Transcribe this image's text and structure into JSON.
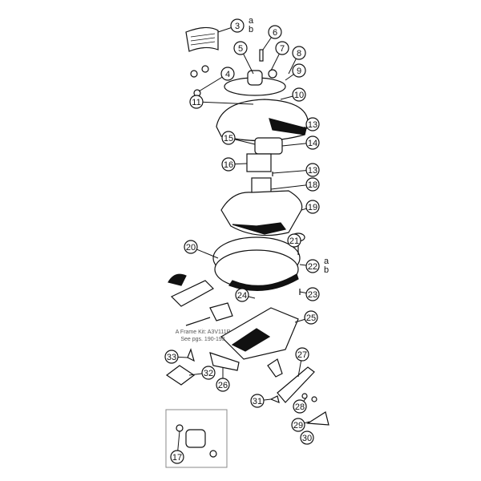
{
  "diagram": {
    "callouts": [
      "3",
      "6",
      "5",
      "7",
      "8",
      "9",
      "4",
      "10",
      "11",
      "13",
      "15",
      "14",
      "16",
      "13",
      "18",
      "19",
      "20",
      "21",
      "22",
      "23",
      "24",
      "25",
      "33",
      "27",
      "32",
      "26",
      "31",
      "28",
      "29",
      "30",
      "17"
    ],
    "sublabels": {
      "3": [
        "a",
        "b"
      ],
      "22": [
        "a",
        "b"
      ]
    },
    "note": {
      "line1": "A Frame Kit: A3V111P",
      "line2": "See pgs. 190-193"
    }
  }
}
